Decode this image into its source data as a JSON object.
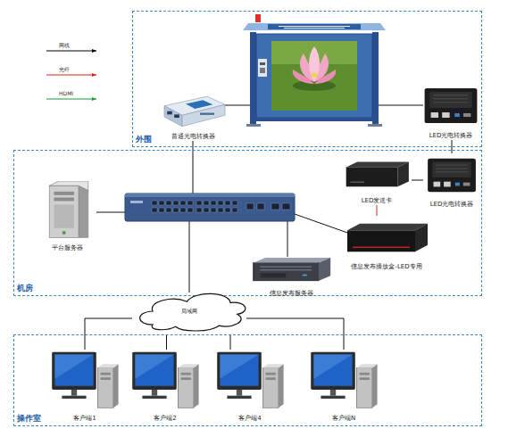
{
  "diagram": {
    "nodes": [
      {
        "text": [
          "外围"
        ]
      },
      {
        "text": [
          "普通光电转换器"
        ],
        "in": 0
      },
      {
        "text": [
          "LED光电转换器"
        ],
        "in": 0
      },
      {
        "text": [
          "机房"
        ]
      },
      {
        "text": [
          "平台服务器"
        ],
        "in": 3
      },
      {
        "text": [
          "LED发送卡"
        ],
        "in": 3
      },
      {
        "text": [
          "LED光电转换器"
        ],
        "in": 3
      },
      {
        "text": [
          "信息发布播放盒-LED专用"
        ],
        "in": 3
      },
      {
        "text": [
          "信息发布服务器"
        ],
        "in": 3
      },
      {
        "text": [
          "局域网"
        ]
      },
      {
        "text": [
          "操作室"
        ]
      },
      {
        "text": [
          "客户端1"
        ],
        "in": 10
      },
      {
        "text": [
          "客户端2"
        ],
        "in": 10
      },
      {
        "text": [
          "客户端4"
        ],
        "in": 10
      },
      {
        "text": [
          "客户端N"
        ],
        "in": 10
      }
    ],
    "edges": [
      {
        "from": 5,
        "to": 6,
        "arrow": "none"
      },
      {
        "from": 5,
        "to": 7,
        "arrow": "none"
      },
      {
        "from": 6,
        "to": 2,
        "arrow": "none"
      },
      {
        "from": 9,
        "to": 11,
        "arrow": "none"
      },
      {
        "from": 9,
        "to": 12,
        "arrow": "none"
      },
      {
        "from": 9,
        "to": 13,
        "arrow": "none"
      },
      {
        "from": 9,
        "to": 14,
        "arrow": "none"
      }
    ],
    "legend": [
      {
        "text": "网线"
      },
      {
        "text": "光纤"
      },
      {
        "text": "HDMI"
      }
    ]
  }
}
